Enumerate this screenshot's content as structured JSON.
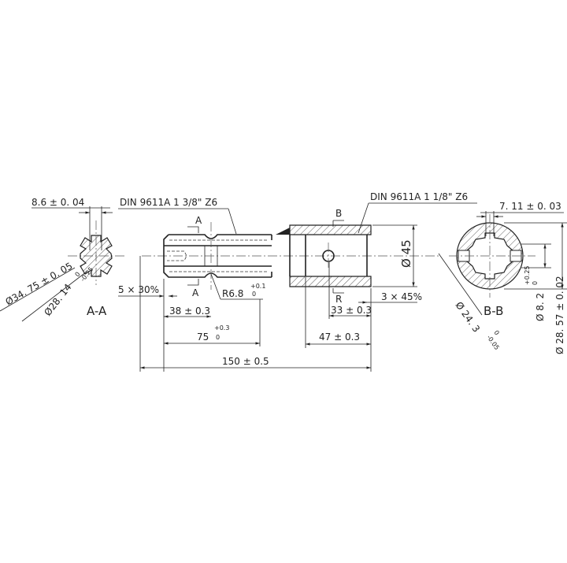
{
  "drawing": {
    "section_a": {
      "label": "A-A",
      "key_width": "8.6 ± 0. 04",
      "outer_diameter": "Ø34. 75 ± 0. 05",
      "inner_diameter": "Ø28. 14",
      "inner_tol_upper": "0",
      "inner_tol_lower": "-0.25"
    },
    "shaft": {
      "spline_spec": "DIN 9611A 1 3/8\"  Z6",
      "section_marker": "A",
      "chamfer": "5 × 30%",
      "radius": "R6.8",
      "radius_tol_upper": "+0.1",
      "radius_tol_lower": "0",
      "dim_groove": "38 ± 0.3",
      "dim_shaft": "75",
      "dim_shaft_tol_upper": "+0.3",
      "dim_shaft_tol_lower": "0"
    },
    "sleeve": {
      "spline_spec": "DIN 9611A 1 1/8\"  Z6",
      "section_marker": "B",
      "section_marker_bottom": "R",
      "outer_diameter": "Ø 45",
      "chamfer": "3 × 45%",
      "dim_hole": "33 ± 0.3",
      "dim_sleeve": "47 ± 0.3"
    },
    "overall_length": "150 ± 0.5",
    "section_b": {
      "label": "B-B",
      "key_width": "7. 11 ± 0. 03",
      "hole_diameter": "Ø 8. 2",
      "hole_tol_upper": "+0.25",
      "hole_tol_lower": "0",
      "outer_diameter": "Ø 28. 57 ± 0. 02",
      "inner_diameter": "Ø 24. 3",
      "inner_tol_upper": "0",
      "inner_tol_lower": "-0.05"
    }
  }
}
